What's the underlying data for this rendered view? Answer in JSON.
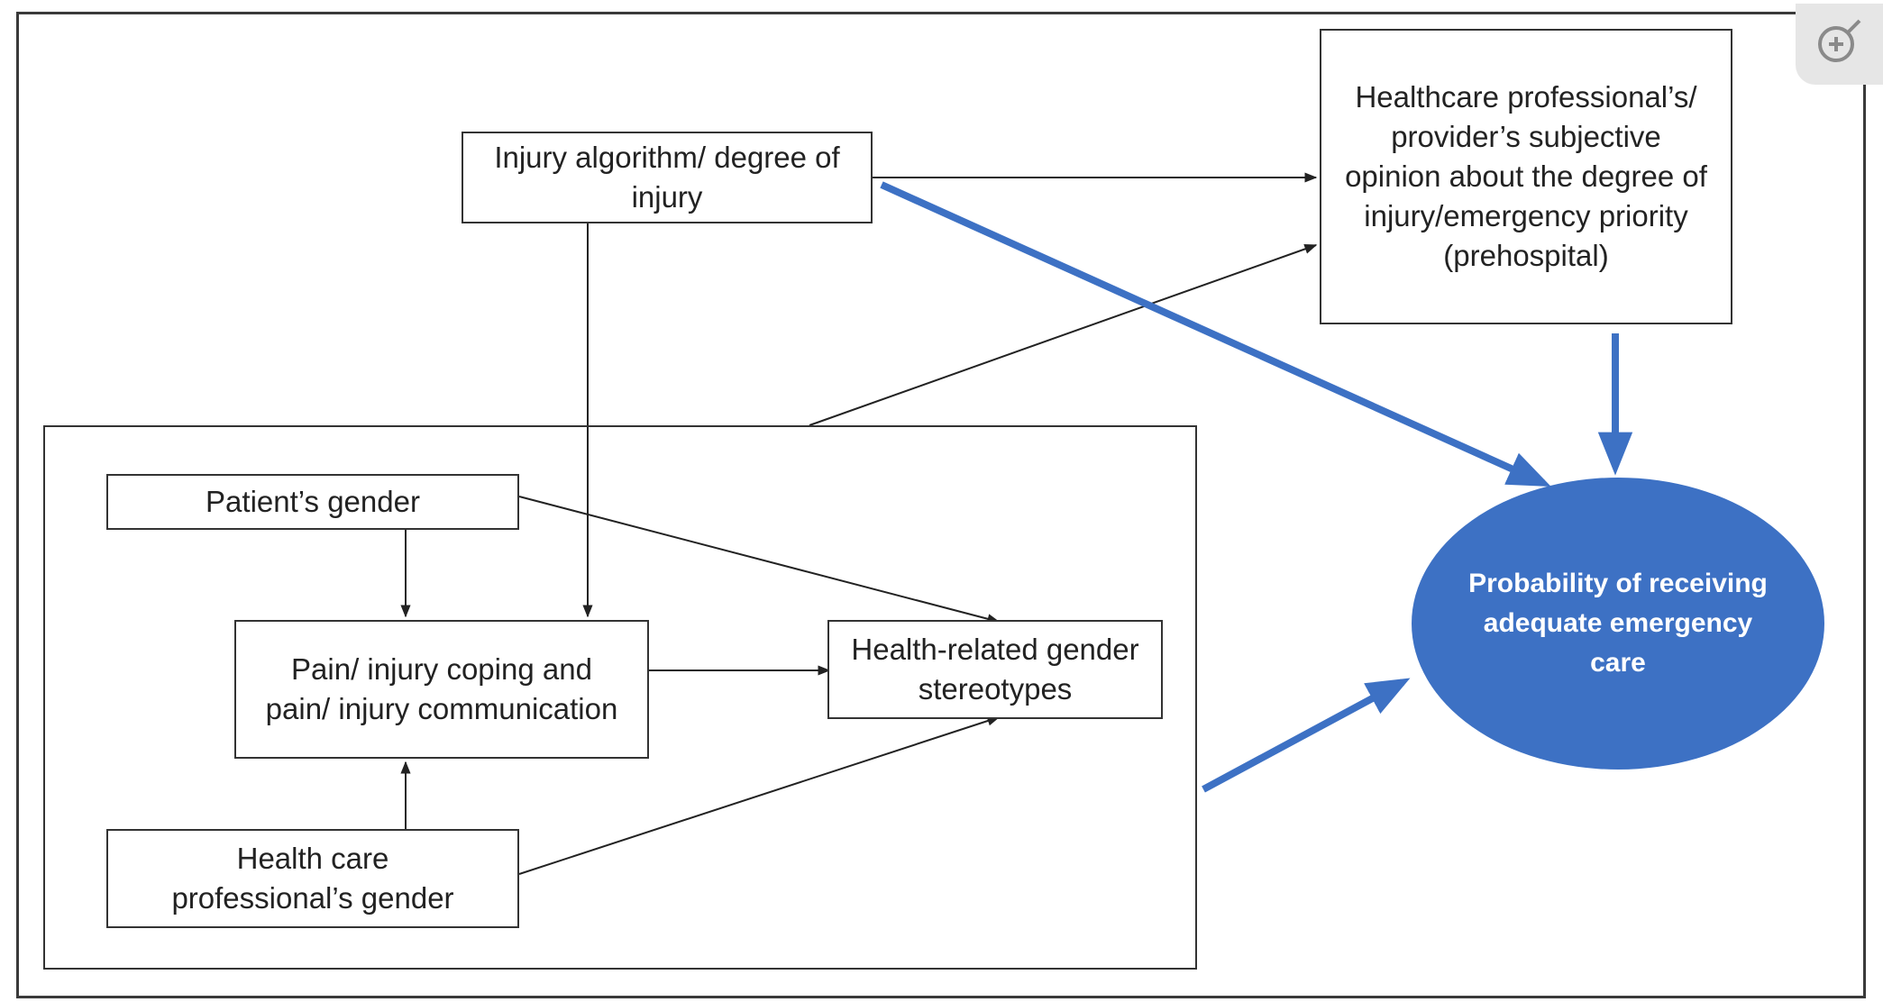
{
  "diagram": {
    "nodes": {
      "injury_algorithm": "Injury algorithm/ degree of injury",
      "professional_opinion": "Healthcare professional’s/ provider’s subjective opinion about the degree of injury/emergency priority (prehospital)",
      "patient_gender": "Patient’s gender",
      "pain_coping": "Pain/ injury coping and pain/ injury communication",
      "stereotypes": "Health-related gender stereotypes",
      "professional_gender": "Health care professional’s gender",
      "probability": "Probability of receiving adequate emergency care"
    },
    "colors": {
      "emphasis_arrow": "#3d71c4",
      "outcome_fill": "#3d71c4",
      "outcome_text": "#ffffff",
      "lines": "#222222"
    }
  },
  "toolbar": {
    "zoom_icon": "zoom-in-icon"
  }
}
